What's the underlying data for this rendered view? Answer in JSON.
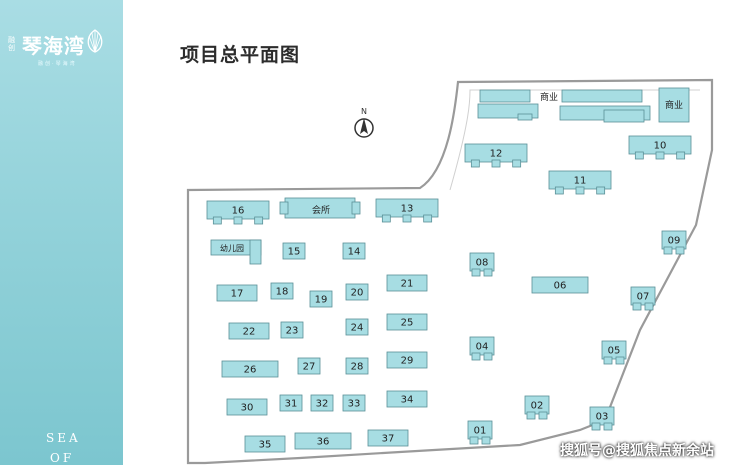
{
  "sidebar": {
    "logo_small": "融创",
    "logo_text": "琴海湾",
    "logo_sub": "融创·琴海湾",
    "footer_line1": "SEA",
    "footer_line2": "OF"
  },
  "title": "项目总平面图",
  "map": {
    "compass": "N",
    "commercial_label": "商业",
    "clubhouse": "会所",
    "kindergarten": "幼儿园",
    "buildings": [
      "01",
      "02",
      "03",
      "04",
      "05",
      "06",
      "07",
      "08",
      "09",
      "10",
      "11",
      "12",
      "13",
      "14",
      "15",
      "16",
      "17",
      "18",
      "19",
      "20",
      "21",
      "22",
      "23",
      "24",
      "25",
      "26",
      "27",
      "28",
      "29",
      "30",
      "31",
      "32",
      "33",
      "34",
      "35",
      "36",
      "37"
    ]
  },
  "watermark": "搜狐号@搜狐焦点新余站",
  "colors": {
    "building_fill": "#a7dde3",
    "building_stroke": "#5a8f97",
    "outline": "#9a9a9a",
    "sidebar": "#8fd0d8"
  }
}
